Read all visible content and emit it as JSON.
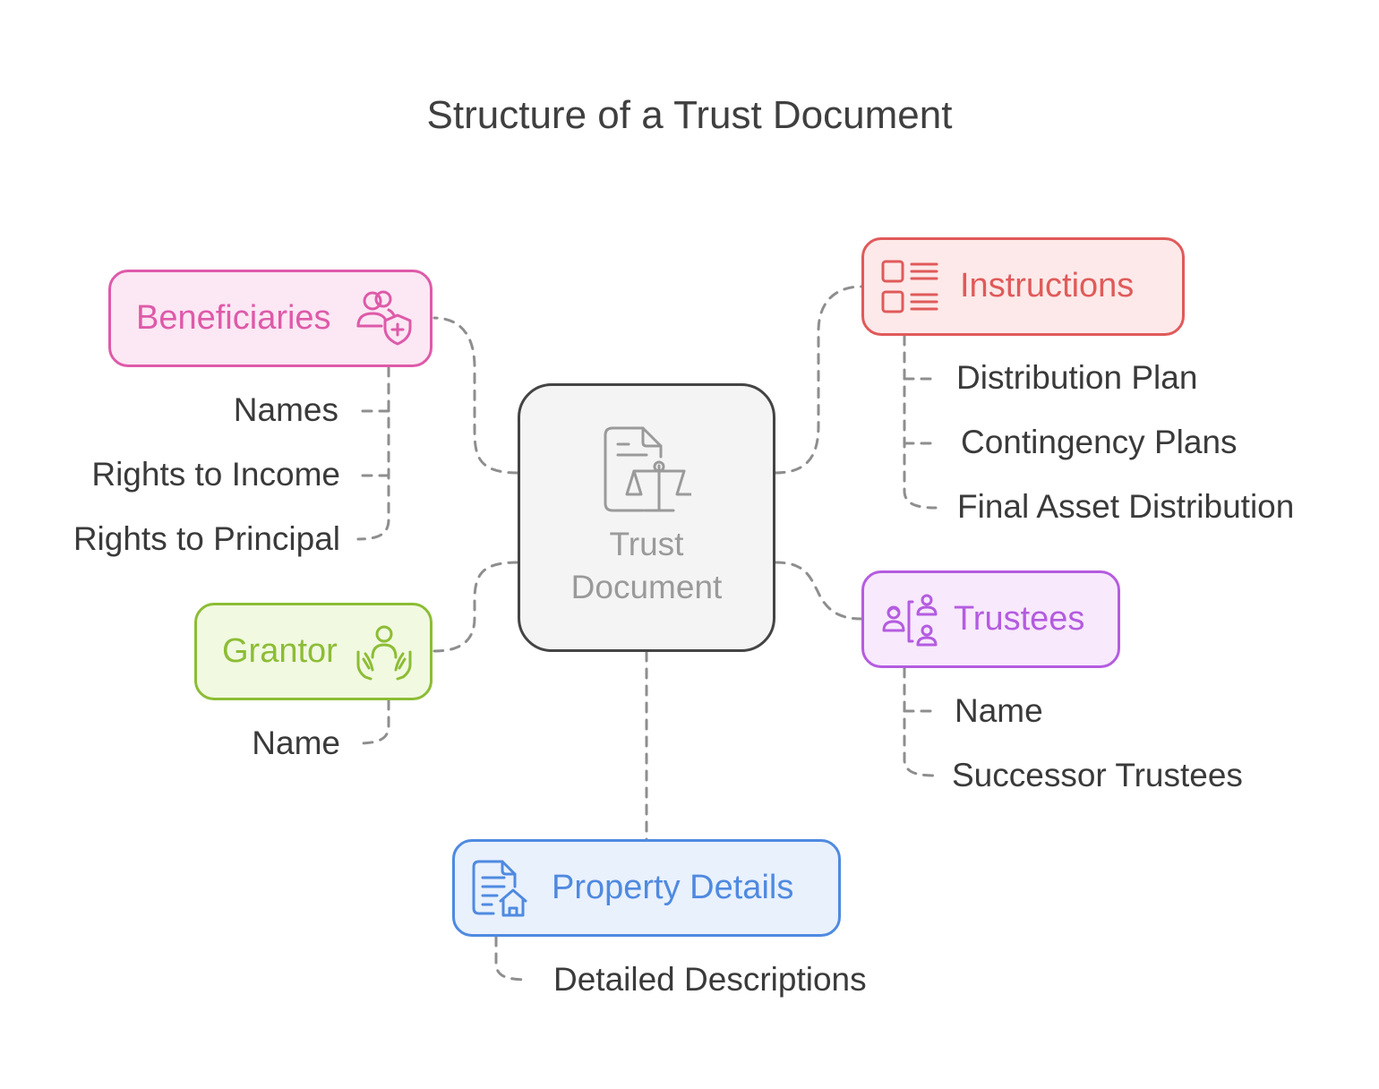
{
  "title": "Structure of a Trust Document",
  "colors": {
    "center": "#444444",
    "beneficiaries": "#de5aa9",
    "instructions": "#e05a5a",
    "grantor": "#8cbd35",
    "trustees": "#b45ce0",
    "property": "#4f8ae0",
    "connector": "#8e8e8e"
  },
  "center": {
    "line1": "Trust",
    "line2": "Document",
    "icon": "legal-document-scale-icon"
  },
  "beneficiaries": {
    "label": "Beneficiaries",
    "icon": "users-shield-icon",
    "items": [
      "Names",
      "Rights to Income",
      "Rights to Principal"
    ]
  },
  "instructions": {
    "label": "Instructions",
    "icon": "checklist-icon",
    "items": [
      "Distribution Plan",
      "Contingency Plans",
      "Final Asset Distribution"
    ]
  },
  "grantor": {
    "label": "Grantor",
    "icon": "person-hands-icon",
    "items": [
      "Name"
    ]
  },
  "trustees": {
    "label": "Trustees",
    "icon": "people-hierarchy-icon",
    "items": [
      "Name",
      "Successor Trustees"
    ]
  },
  "property": {
    "label": "Property Details",
    "icon": "document-house-icon",
    "items": [
      "Detailed Descriptions"
    ]
  }
}
